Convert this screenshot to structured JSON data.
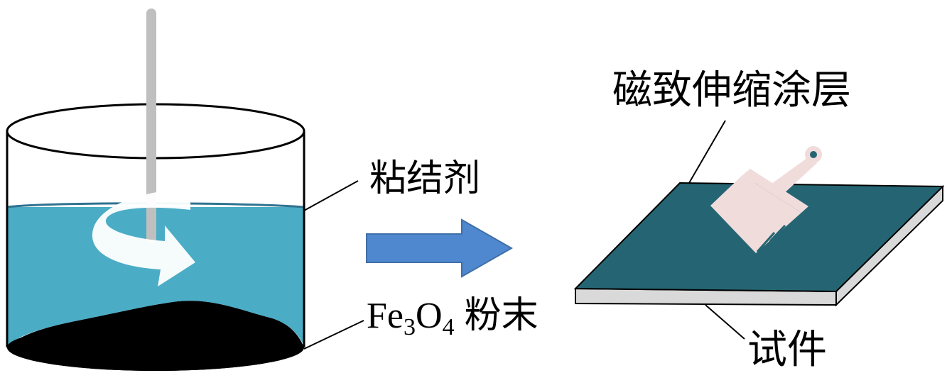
{
  "labels": {
    "binder": "粘结剂",
    "powder_fe": "Fe",
    "powder_sub3": "3",
    "powder_o": "O",
    "powder_sub4": "4",
    "powder_rest": "粉末",
    "coating": "磁致伸缩涂层",
    "specimen": "试件"
  },
  "colors": {
    "liquid": "#4aacc5",
    "liquid_edge": "#2f7390",
    "powder": "#000000",
    "stir_rod": "#bfbfbf",
    "swirl_arrow": "#ffffff",
    "process_arrow": "#4f88cf",
    "coating_top": "#256573",
    "specimen_side": "#d9d9d9",
    "brush": "#f1dcdc"
  },
  "icons": {
    "swirl": "rotation-arrow-icon",
    "process": "right-arrow-icon",
    "brush": "paint-brush-icon"
  }
}
